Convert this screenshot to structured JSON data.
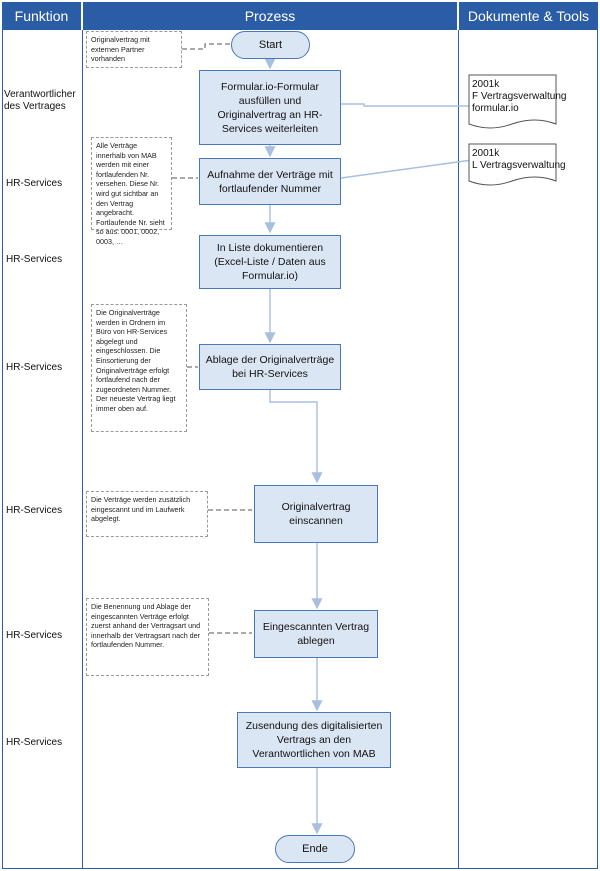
{
  "headers": {
    "funktion": "Funktion",
    "prozess": "Prozess",
    "dokumente": "Dokumente & Tools"
  },
  "functions": [
    "Verantwortlicher des Vertrages",
    "HR-Services",
    "HR-Services",
    "HR-Services",
    "HR-Services",
    "HR-Services",
    "HR-Services"
  ],
  "process": {
    "start": "Start",
    "step1": "Formular.io-Formular ausfüllen und Originalvertrag an HR-Services weiterleiten",
    "step2": "Aufnahme der Verträge mit fortlaufender Nummer",
    "step3": "In Liste dokumentieren (Excel-Liste / Daten aus Formular.io)",
    "step4": "Ablage der Originalverträge bei HR-Services",
    "step5": "Originalvertrag einscannen",
    "step6": "Eingescannten Vertrag ablegen",
    "step7": "Zusendung des digitalisierten Vertrags an den Verantwortlichen von MAB",
    "end": "Ende"
  },
  "notes": {
    "n0": "Originalvertrag mit externen Partner vorhanden",
    "n1": "Alle Verträge innerhalb von MAB werden mit einer fortlaufenden Nr. versehen. Diese Nr. wird gut sichtbar an den Vertrag angebracht. Fortlaufende Nr. sieht so aus: 0001, 0002, 0003, …",
    "n2": "Die Originalverträge werden in Ordnern im Büro von HR-Services abgelegt und eingeschlossen. Die Einsortierung der Originalverträge erfolgt fortlaufend nach der zugeordneten Nummer. Der neueste Vertrag liegt immer oben auf.",
    "n3": "Die Verträge werden zusätzlich eingescannt und im Laufwerk abgelegt.",
    "n4": "Die Benennung und Ablage der eingescannten Verträge erfolgt zuerst anhand der Vertragsart und innerhalb der Vertragsart nach der fortlaufenden Nummer."
  },
  "documents": {
    "d1_code": "2001k",
    "d1_name": "F Vertragsverwaltung",
    "d1_tool": "formular.io",
    "d2_code": "2001k",
    "d2_name": "L Vertragsverwaltung"
  },
  "colors": {
    "header": "#2b5da6",
    "box_fill": "#dbe6f4",
    "box_border": "#4a78b8",
    "arrow": "#a9bfe0"
  }
}
